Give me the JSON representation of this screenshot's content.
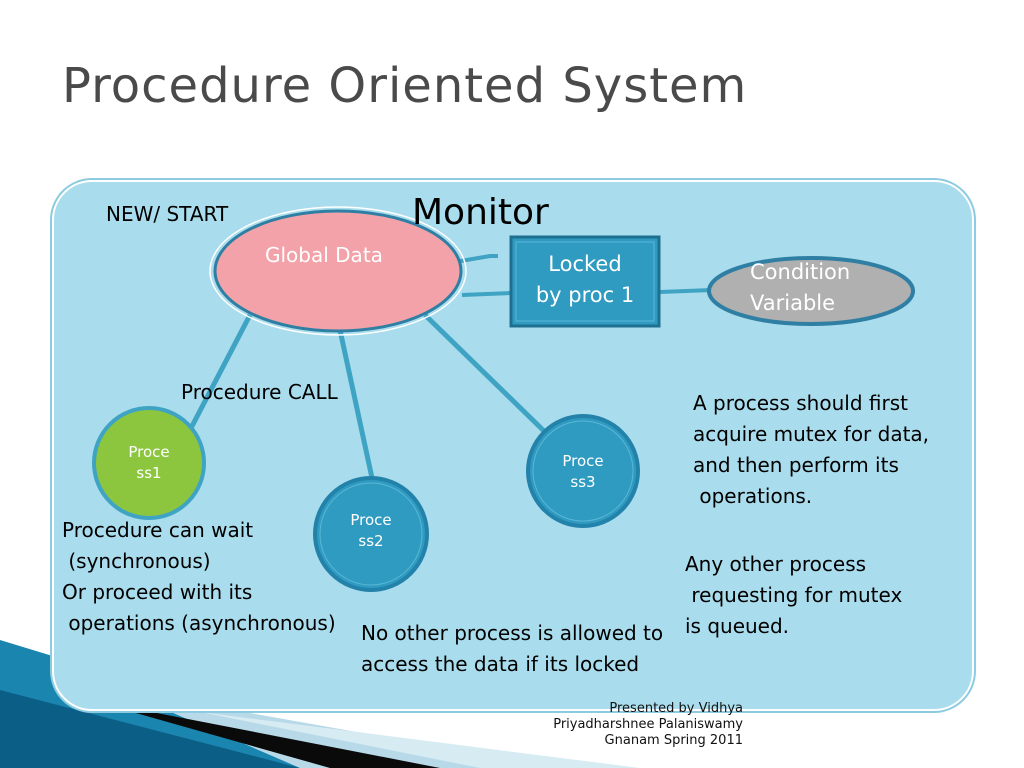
{
  "slide": {
    "title": "Procedure Oriented System",
    "monitor_label": "Monitor",
    "start_label": "NEW/ START",
    "global_data": "Global Data",
    "locked_line1": "Locked",
    "locked_line2": "by proc 1",
    "condition_line1": "Condition",
    "condition_line2": "Variable",
    "procedure_call": "Procedure CALL",
    "process1_line1": "Proce",
    "process1_line2": "ss1",
    "process2_line1": "Proce",
    "process2_line2": "ss2",
    "process3_line1": "Proce",
    "process3_line2": "ss3",
    "wait_text": [
      "Procedure can wait",
      " (synchronous)",
      "Or proceed with its",
      " operations (asynchronous)"
    ],
    "mutex_text": [
      "A process should first",
      "acquire mutex for data,",
      "and then perform its",
      " operations."
    ],
    "queue_text": [
      "Any other process",
      " requesting for mutex",
      "is queued."
    ],
    "locked_note": [
      "No other process is allowed to",
      "access the data if its locked"
    ],
    "footer": [
      "Presented by Vidhya",
      "Priyadharshnee Palaniswamy",
      "Gnanam Spring 2011"
    ]
  },
  "colors": {
    "panel": "#a9dcec",
    "global_data_fill": "#f2a2a8",
    "locked_fill": "#2f9bc1",
    "condition_fill": "#b0b0b0",
    "process1_fill": "#8cc63f",
    "process_fill": "#2f9bc1",
    "connector": "#3fa3c4"
  }
}
